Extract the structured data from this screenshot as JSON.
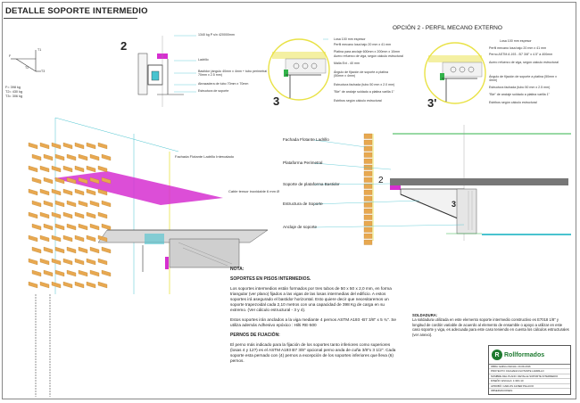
{
  "title": "DETALLE SOPORTE INTERMEDIO",
  "option_title": "OPCIÓN 2 - PERFIL MECANO EXTERNO",
  "detail2": {
    "number": "2",
    "labels": [
      "1340 kg P s/n 420000mm",
      "Ladrillo",
      "Bastidor (ángulo 40mm x 4mm + tubo perimetral 70mm x 2.5 mm)",
      "Abrazadera de tubo 70mm x 70mm",
      "Estructura de soporte"
    ]
  },
  "forces": {
    "f1": "F= 398 kg",
    "t2": "T2= 430 kg",
    "t3": "T3= 306 kg",
    "node_labels": [
      "F",
      "T1",
      "T2",
      "T3"
    ]
  },
  "detail3": {
    "number": "3",
    "labels": [
      "Losa 100 mm espesor",
      "Perfil mecano losa bajo 20 mm x 41 mm",
      "Platina para anclaje 600mm x 200mm x 10mm",
      "Acero refuerzo de viga, según cálculo estructural",
      "Malla Ext - 40 mm",
      "Ángulo de fijación de soporte a platina (50mm x 4mm)",
      "Estructura fachada (tubo 50 mm x 2.0 mm)",
      "\"Bie\" de anclaje soldado a platina varilla 1\"",
      "Estribos según cálculo estructural"
    ]
  },
  "detail3p": {
    "number": "3'",
    "labels": [
      "Losa 100 mm espesor",
      "Perfil mecano losa bajo 20 mm x 41 mm",
      "Perno ASTM A 193 - B7 3/8\" x 4.5\" a 400mm",
      "Acero refuerzo de viga, según cálculo estructural",
      "Ángulo de fijación de soporte a platina (50mm x 4mm)",
      "Estructura fachada (tubo 50 mm x 2.5 mm)",
      "\"Bie\" de anclaje soldado a platina varilla 1\"",
      "Estribos según cálculo estructural"
    ]
  },
  "iso_labels": {
    "facade": "Fachada Flotante Ladrillo Intercalado",
    "cable": "Cable tensor inoxidable 6 mm Ø"
  },
  "section_labels": {
    "number2": "2",
    "number3": "3",
    "items": [
      "Fachada Flotante Ladrillo",
      "Plataforma Perimetral",
      "Soporte de plataforma Bastidor",
      "Estructura de Soporte",
      "Anclaje de soporte"
    ]
  },
  "note": {
    "heading": "NOTA:",
    "sub1": "SOPORTES EN PISOS INTERMEDIOS.",
    "p1": "Los soportes intermedios están formados por tres tubos de 50 x 50 x 2,0 mm, en forma triangular (ver plano) fijados a las vigas de las losas intermedias del edificio. A estos soportes irá asegurado el bastidor horizontal. Esto quiere decir que necesitaremos un soporte trapezoidal cada 2,10 metros con una capacidad de 398 Kg de carga en su extremo. (Ver cálculo estructural - 3 y 4).",
    "p2": "Estos soportes irán anclados a la viga mediante 4 pernos ASTM A193 -B7 3/8\" x 5 ¾\". Se utiliza además Adhesivo epóxico : Hilti RE-500",
    "sub2": "PERNOS DE FIJACIÓN:",
    "p3": "El perno más indicado para la fijación de los soportes tanto inferiores como superiores (losas 4 y 12?) es el ASTM A193 B7 3/8\" opcional perno anda de cuña 3/8\"x 3 1/2\". Cada soporte esta pernado con (4) pernos a excepción de los soportes inferiores que lleva (6) pernos."
  },
  "soldadura": {
    "heading": "SOLDADURA:",
    "text": "La soldadura utilizada en este elemento soporte intermedio constructivo es E7018 1/8\" y longitud de cordón variable de acuerdo al elemento de ensamble o apoyo a utilizar en este caso soporte y viga, es adecuada para este caso teniendo en cuenta los cálculos estructurales (ver anexo)."
  },
  "titleblock": {
    "company": "Rollformados",
    "rows": [
      "OBRA: Edificio        FECHA: 23-09-2016",
      "PROYECTO: FACHADA FLOTANTE LADRILLO",
      "NOMBRE DEL PLANO: DETALLE SOPORTE INTERMEDIO",
      "DISEÑO: ESCALA: 1:30/1:10",
      "APROBÓ: CARLOS JAVIER PALACIO",
      "OBSERVACIONES:"
    ]
  },
  "colors": {
    "magenta": "#d62fd0",
    "green": "#32b34a",
    "brick": "#e8a850",
    "cyan": "#49c3cf",
    "yellow": "#e9e246"
  }
}
